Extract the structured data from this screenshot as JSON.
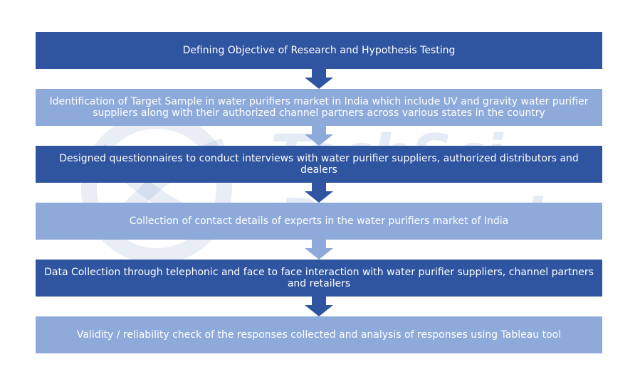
{
  "watermark": {
    "line1": "TechSci",
    "line2": "Research"
  },
  "colors": {
    "dark": "#2f54a0",
    "light": "#8eaadb",
    "arrow_dark": "#2f54a0",
    "arrow_light": "#8eaadb"
  },
  "steps": [
    {
      "label": "Defining Objective of Research and Hypothesis Testing"
    },
    {
      "label": "Identification of Target Sample in water purifiers market in India which include UV and gravity water purifier suppliers along with their authorized channel partners across various states in the country"
    },
    {
      "label": "Designed questionnaires to conduct interviews with water purifier suppliers, authorized distributors and dealers"
    },
    {
      "label": "Collection of contact details of experts in the water purifiers market of India"
    },
    {
      "label": "Data Collection through telephonic and  face to face interaction with water purifier suppliers, channel partners and retailers"
    },
    {
      "label": "Validity / reliability check of the responses collected and analysis of responses using Tableau tool"
    }
  ]
}
